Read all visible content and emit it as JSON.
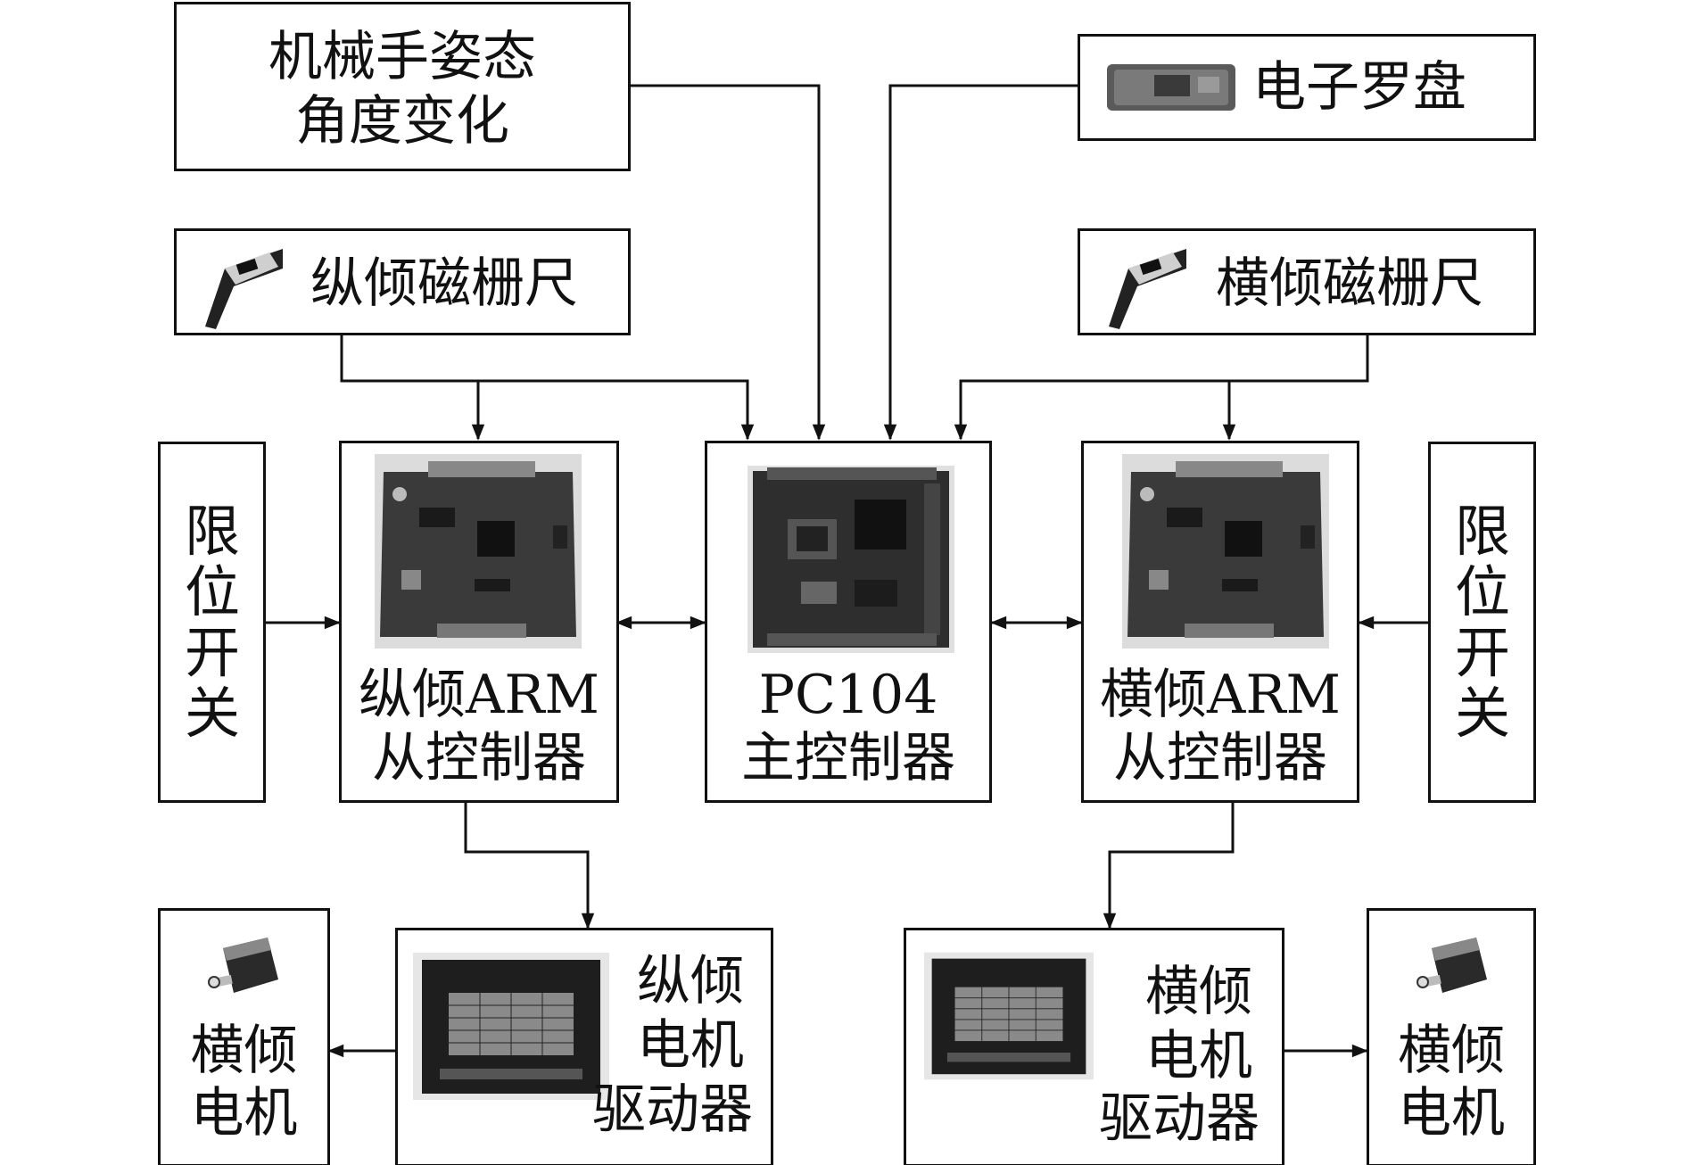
{
  "colors": {
    "line": "#111111",
    "background": "#ffffff",
    "photo_dark": "#2a2a2a"
  },
  "boxes": {
    "arm_pose": {
      "line1": "机械手姿态",
      "line2": "角度变化"
    },
    "compass": {
      "label": "电子罗盘",
      "icon": "electronic-compass-module-image"
    },
    "pitch_scale": {
      "label": "纵倾磁栅尺",
      "icon": "magnetic-scale-image"
    },
    "roll_scale": {
      "label": "横倾磁栅尺",
      "icon": "magnetic-scale-image"
    },
    "left_limit": {
      "label": "限位开关"
    },
    "right_limit": {
      "label": "限位开关"
    },
    "pitch_arm": {
      "line1": "纵倾ARM",
      "line2": "从控制器",
      "icon": "arm-board-image"
    },
    "main_ctrl": {
      "line1": "PC104",
      "line2": "主控制器",
      "icon": "pc104-board-image"
    },
    "roll_arm": {
      "line1": "横倾ARM",
      "line2": "从控制器",
      "icon": "arm-board-image"
    },
    "left_motor": {
      "line1": "横倾",
      "line2": "电机",
      "icon": "stepper-motor-image"
    },
    "pitch_driver": {
      "line1": "纵倾",
      "line2": "电机",
      "line3": "驱动器",
      "icon": "motor-driver-image"
    },
    "roll_driver": {
      "line1": "横倾",
      "line2": "电机",
      "line3": "驱动器",
      "icon": "motor-driver-image"
    },
    "right_motor": {
      "line1": "横倾",
      "line2": "电机",
      "icon": "stepper-motor-image"
    }
  }
}
